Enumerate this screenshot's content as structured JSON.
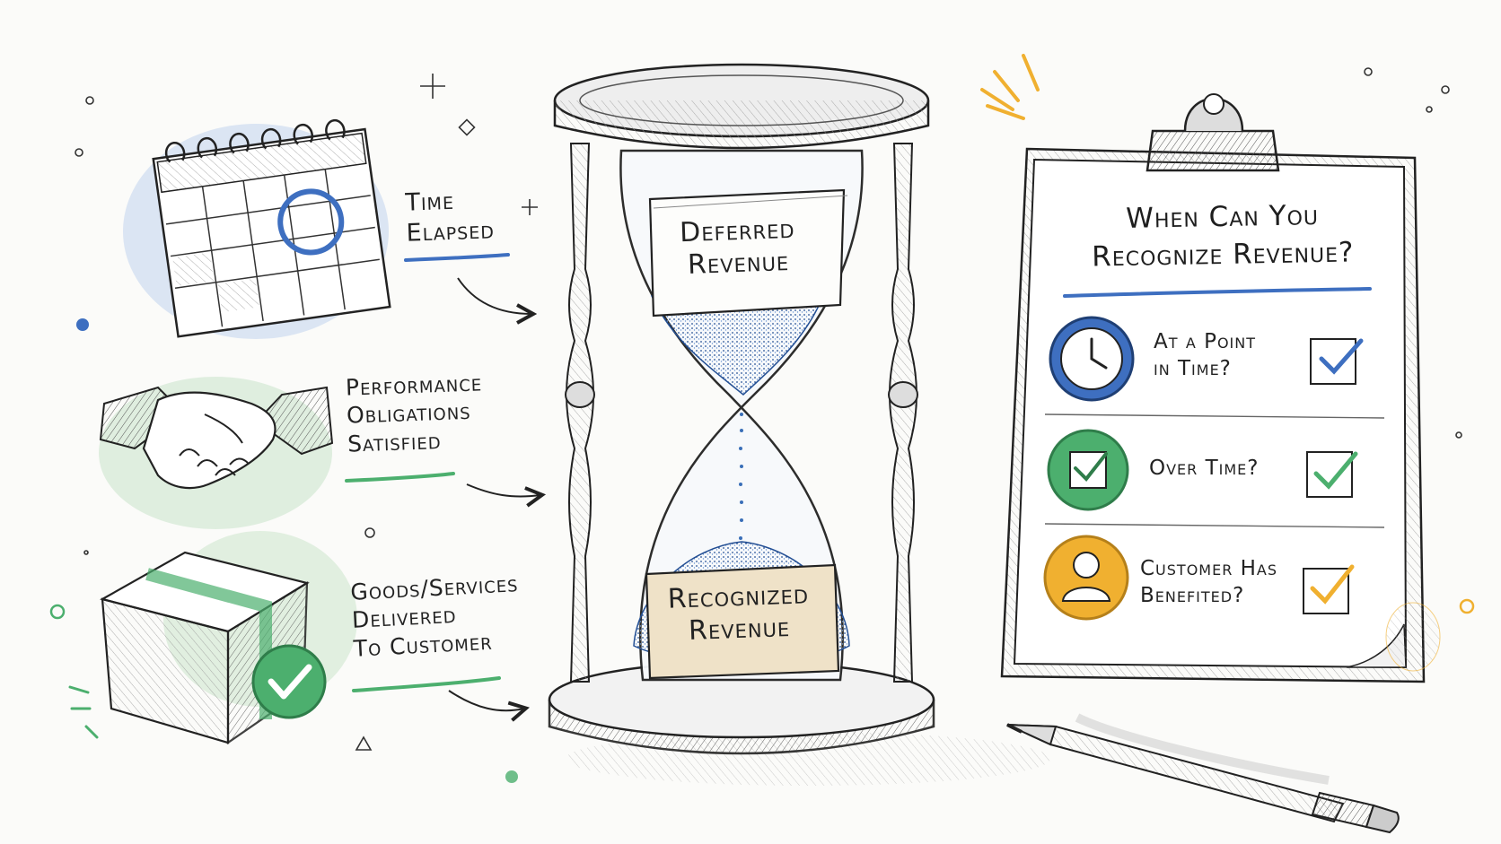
{
  "inputs": [
    {
      "id": "time",
      "lines": [
        "Time",
        "Elapsed"
      ],
      "underline_color": "#3e6fc0",
      "icon": "calendar-icon"
    },
    {
      "id": "performance",
      "lines": [
        "Performance",
        "Obligations",
        "Satisfied"
      ],
      "underline_color": "#4caf6e",
      "icon": "handshake-icon"
    },
    {
      "id": "goods",
      "lines": [
        "Goods/Services",
        "Delivered",
        "To Customer"
      ],
      "underline_color": "#4caf6e",
      "icon": "box-icon"
    }
  ],
  "hourglass": {
    "top_tag": [
      "Deferred",
      "Revenue"
    ],
    "bottom_tag": [
      "Recognized",
      "Revenue"
    ],
    "sand_color": "#3a6fb8"
  },
  "clipboard": {
    "title": [
      "When Can You",
      "Recognize Revenue?"
    ],
    "items": [
      {
        "lines": [
          "At a Point",
          "in Time?"
        ],
        "icon": "clock-icon",
        "color": "#3e6fc0"
      },
      {
        "lines": [
          "Over Time?"
        ],
        "icon": "checkbox-icon",
        "color": "#4caf6e"
      },
      {
        "lines": [
          "Customer Has",
          "Benefited?"
        ],
        "icon": "user-icon",
        "color": "#f0b030"
      }
    ]
  },
  "colors": {
    "blue": "#3e6fc0",
    "green": "#4caf6e",
    "yellow": "#f0b030",
    "ink": "#222222",
    "paper": "#fbfbf9"
  }
}
